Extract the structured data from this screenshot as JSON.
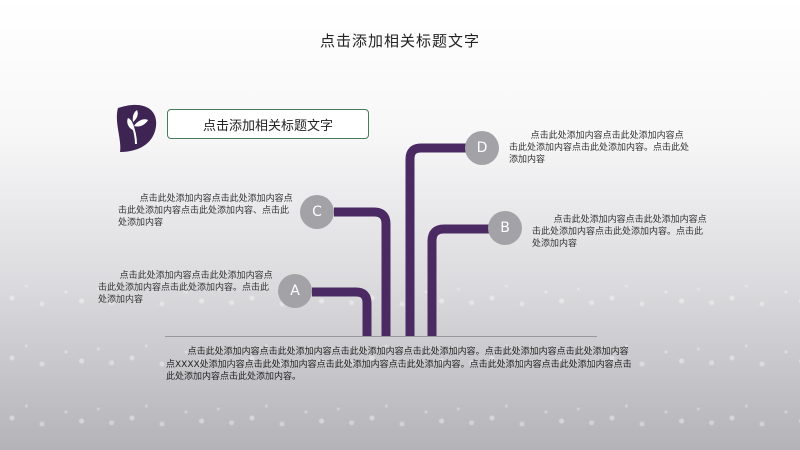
{
  "slide": {
    "title": "点击添加相关标题文字",
    "heading_box": "点击添加相关标题文字",
    "items": [
      {
        "letter": "A",
        "text": "点击此处添加内容点击此处添加内容点击此处添加内容点击此处添加内容。点击此处添加内容"
      },
      {
        "letter": "B",
        "text": "点击此处添加内容点击此处添加内容点击此处添加内容点击此处添加内容。点击此处添加内容"
      },
      {
        "letter": "C",
        "text": "点击此处添加内容点击此处添加内容点击此处添加内容点击此处添加内容、点击此处添加内容"
      },
      {
        "letter": "D",
        "text": "点击此处添加内容点击此处添加内容点击此处添加内容点击此处添加内容。点击此处添加内容"
      }
    ],
    "bottom_text": "点击此处添加内容点击此处添加内容点击此处添加内容点击此处添加内容。点击此处添加内容点击此处添加内容点XXXX处添加内容点击此处添加内容点击此处添加内容点击此处添加内容。点击此处添加内容点击此处添加内容点击此处添加内容点击此处添加内容。"
  },
  "colors": {
    "connector": "#4b2a63",
    "circle": "#a3a3a7",
    "box_border": "#4a7a5c",
    "leaf": "#3d2452"
  }
}
